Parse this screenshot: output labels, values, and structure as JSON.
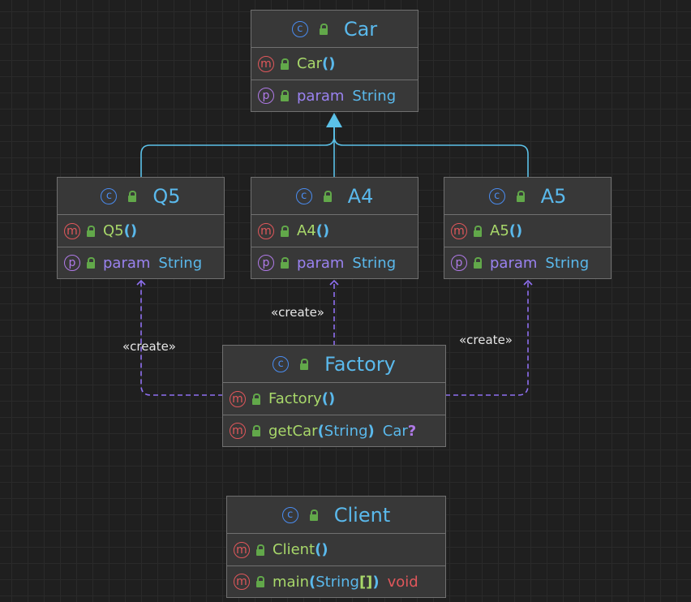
{
  "classes": {
    "car": {
      "name": "Car",
      "method": "Car",
      "param_name": "param",
      "param_type": "String"
    },
    "q5": {
      "name": "Q5",
      "method": "Q5",
      "param_name": "param",
      "param_type": "String"
    },
    "a4": {
      "name": "A4",
      "method": "A4",
      "param_name": "param",
      "param_type": "String"
    },
    "a5": {
      "name": "A5",
      "method": "A5",
      "param_name": "param",
      "param_type": "String"
    },
    "factory": {
      "name": "Factory",
      "constructor": "Factory",
      "method": "getCar",
      "method_param_type": "String",
      "method_return_type": "Car",
      "method_return_nullable": "?"
    },
    "client": {
      "name": "Client",
      "constructor": "Client",
      "method": "main",
      "method_param_type": "String",
      "method_param_suffix": "[]",
      "method_return_type": "void"
    }
  },
  "symbols": {
    "open_paren": "(",
    "close_paren": ")",
    "class_kind": "c",
    "method_kind": "m",
    "property_kind": "p"
  },
  "edge_labels": {
    "q5": "«create»",
    "a4": "«create»",
    "a5": "«create»"
  },
  "colors": {
    "inheritance": "#5bc1e8",
    "dependency": "#8e6ff0",
    "background": "#1f1f1f"
  },
  "icons": [
    "class-icon",
    "method-icon",
    "property-icon",
    "public-lock-icon"
  ]
}
